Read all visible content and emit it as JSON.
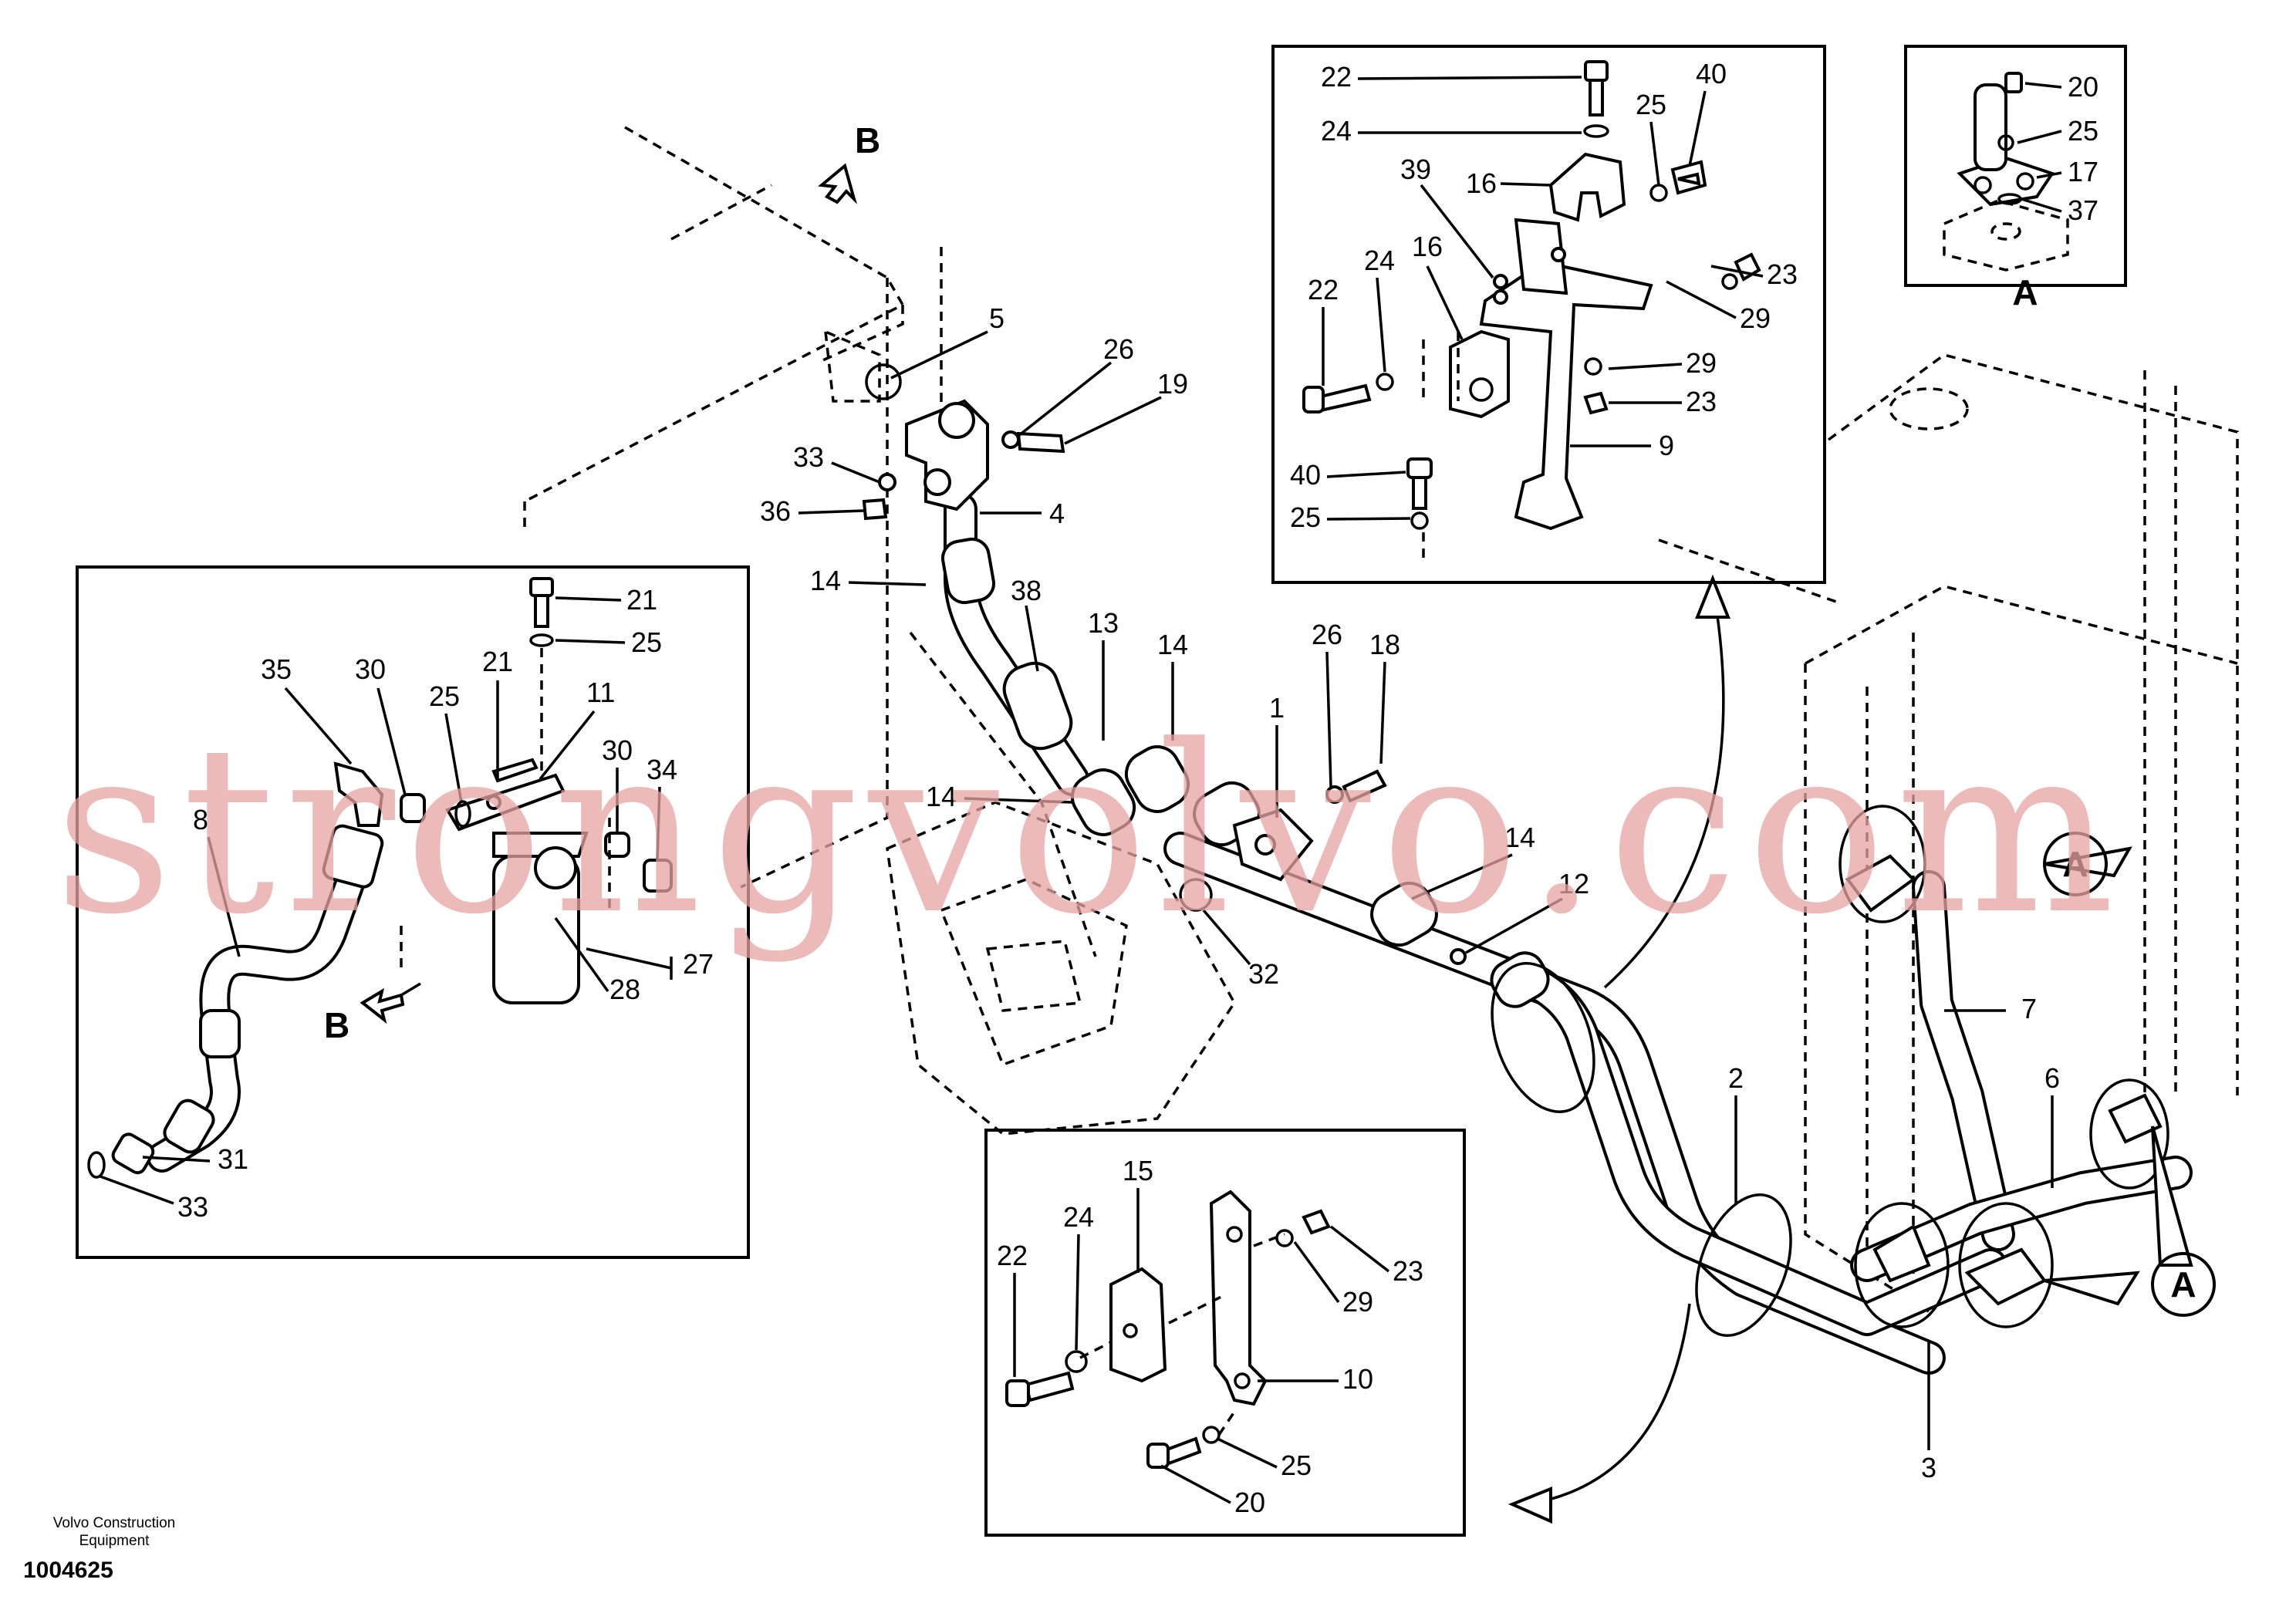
{
  "footer": {
    "maker": "Volvo Construction",
    "maker2": "Equipment",
    "drawing_number": "1004625"
  },
  "watermark": "strongvolvo.com",
  "view_labels": {
    "b_top": "B",
    "b_left": "B",
    "a_inset": "A",
    "a_callout_1": "A",
    "a_callout_2": "A"
  },
  "callouts": {
    "main": [
      "5",
      "26",
      "19",
      "33",
      "36",
      "4",
      "14",
      "38",
      "13",
      "14",
      "14",
      "1",
      "26",
      "18",
      "14",
      "12",
      "32",
      "2",
      "7",
      "6",
      "3"
    ],
    "left_inset": [
      "21",
      "25",
      "35",
      "30",
      "21",
      "25",
      "11",
      "30",
      "34",
      "8",
      "27",
      "28",
      "31",
      "33"
    ],
    "top_inset": [
      "22",
      "40",
      "24",
      "25",
      "16",
      "39",
      "16",
      "24",
      "22",
      "23",
      "29",
      "29",
      "23",
      "9",
      "40",
      "25"
    ],
    "a_inset": [
      "20",
      "25",
      "17",
      "37"
    ],
    "bottom_inset": [
      "15",
      "24",
      "22",
      "23",
      "29",
      "10",
      "25",
      "20"
    ]
  },
  "colors": {
    "ink": "#000000",
    "watermark": "#e8a3a3"
  }
}
